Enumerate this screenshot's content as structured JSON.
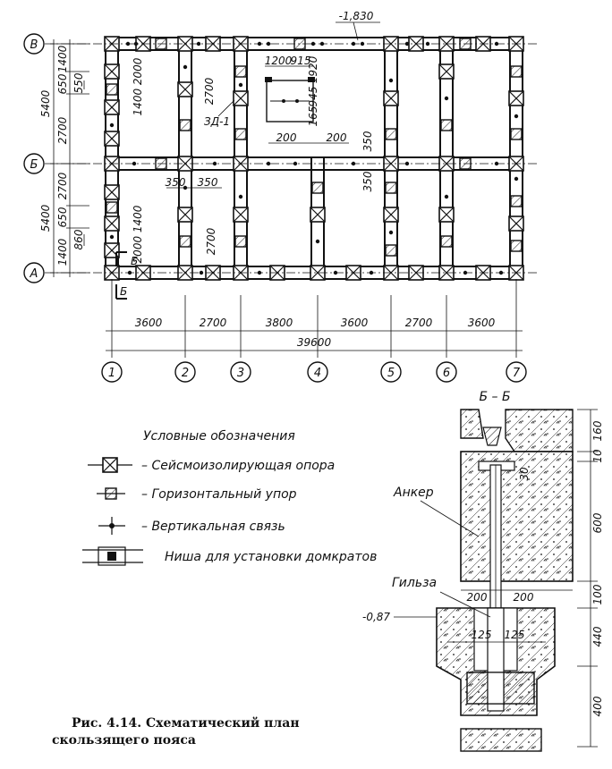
{
  "plan": {
    "row_axes": [
      "В",
      "Б",
      "А"
    ],
    "col_axes": [
      "1",
      "2",
      "3",
      "4",
      "5",
      "6",
      "7"
    ],
    "spans": [
      "3600",
      "2700",
      "3800",
      "3600",
      "2700",
      "3600"
    ],
    "total": "39600",
    "left_dims": {
      "outer_top": "5400",
      "outer_bottom": "5400",
      "inner": [
        "1400",
        "650",
        "2700",
        "2700",
        "650",
        "1400"
      ],
      "small": [
        "550",
        "860"
      ]
    },
    "interior_dims": {
      "d_1400_2000": "1400 2000",
      "d_2000_1400": "2000 1400",
      "d_2700_a": "2700",
      "d_2700_b": "2700",
      "d_350_a": "350",
      "d_350_b": "350",
      "d_350_c": "350",
      "d_350_d": "350",
      "d_200_a": "200",
      "d_200_b": "200",
      "d_1200": "1200",
      "d_915": "915",
      "d_945": "945",
      "d_1920": "1920",
      "d_165": "165"
    },
    "level_top": "-1,830",
    "mark_zd": "ЗД-1",
    "section_mark": "Б"
  },
  "legend": {
    "title": "Условные обозначения",
    "items": [
      "– Сейсмоизолирующая опора",
      "– Горизонтальный упор",
      "– Вертикальная связь",
      "Ниша для установки домкратов"
    ]
  },
  "section": {
    "title": "Б – Б",
    "anchor": "Анкер",
    "sleeve": "Гильза",
    "level": "-0,87",
    "right_dims": [
      "160",
      "10",
      "600",
      "100",
      "440",
      "400"
    ],
    "dim_30": "30",
    "dim_200_left": "200",
    "dim_200_right": "200",
    "dim_125_left": "125",
    "dim_125_right": "125"
  },
  "caption": {
    "line1": "Рис.  4.14.  Схематический  план",
    "line2": "скользящего пояса"
  }
}
